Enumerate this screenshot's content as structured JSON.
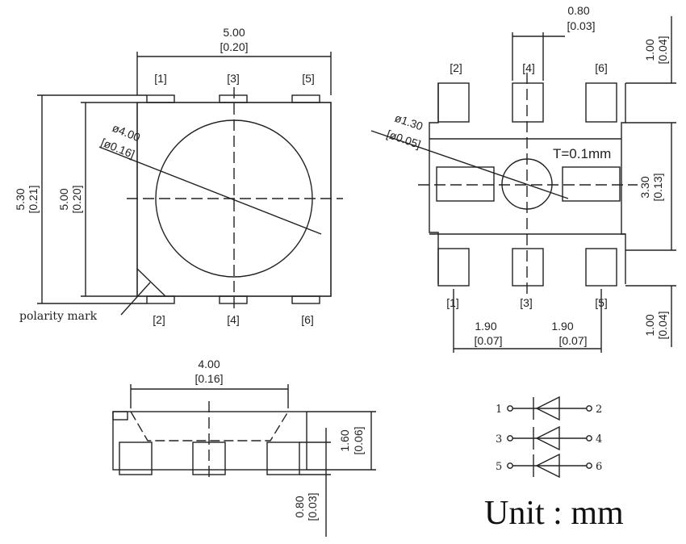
{
  "top_view": {
    "width_dim": [
      "5.00",
      "[0.20]"
    ],
    "outer_height_dim": [
      "5.30",
      "[0.21]"
    ],
    "inner_height_dim": [
      "5.00",
      "[0.20]"
    ],
    "lens_dim": [
      "ø4.00",
      "[ø0.16]"
    ],
    "top_pins": [
      "[1]",
      "[3]",
      "[5]"
    ],
    "bottom_pins": [
      "[2]",
      "[4]",
      "[6]"
    ],
    "polarity_label": "polarity mark"
  },
  "bottom_view": {
    "pad_width_dim": [
      "0.80",
      "[0.03]"
    ],
    "pad_height_dim": [
      "1.00",
      "[0.04]"
    ],
    "pad_height_dim_bottom": [
      "1.00",
      "[0.04]"
    ],
    "pitch_height_dim": [
      "3.30",
      "[0.13]"
    ],
    "hole_dim": [
      "ø1.30",
      "[ø0.05]"
    ],
    "thickness_note": "T=0.1mm",
    "pitch_left_dim": [
      "1.90",
      "[0.07]"
    ],
    "pitch_right_dim": [
      "1.90",
      "[0.07]"
    ],
    "top_pins": [
      "[2]",
      "[4]",
      "[6]"
    ],
    "bottom_pins": [
      "[1]",
      "[3]",
      "[5]"
    ]
  },
  "side_view": {
    "width_dim": [
      "4.00",
      "[0.16]"
    ],
    "height_dim": [
      "1.60",
      "[0.06]"
    ],
    "pad_dim": [
      "0.80",
      "[0.03]"
    ]
  },
  "schematic": {
    "rows": [
      {
        "left": "1",
        "right": "2"
      },
      {
        "left": "3",
        "right": "4"
      },
      {
        "left": "5",
        "right": "6"
      }
    ]
  },
  "unit_label": "Unit : mm"
}
